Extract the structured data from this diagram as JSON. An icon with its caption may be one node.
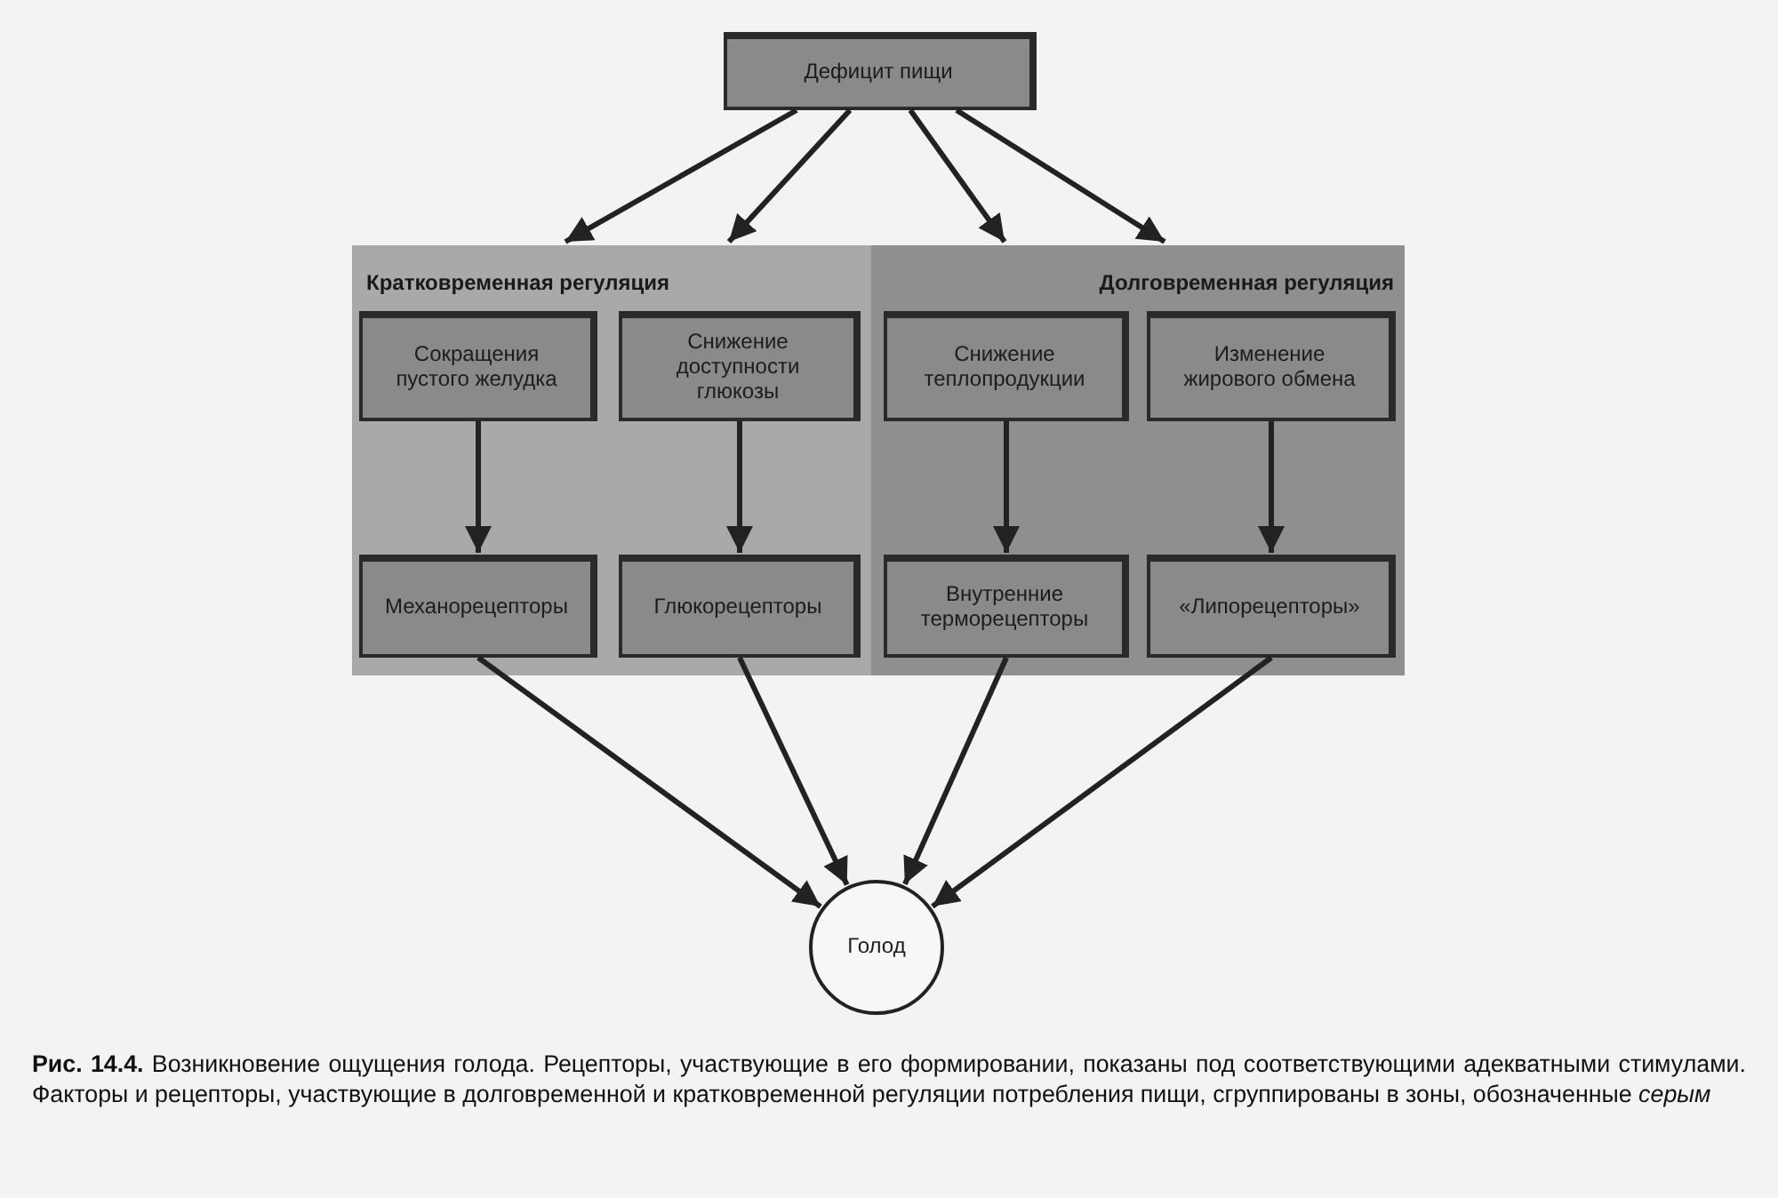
{
  "diagram": {
    "caption": "**Рис. 14.4.** Возникновение ощущения голода. Рецепторы, участвующие в его формировании, показаны под соответствующими адекватными стимулами. Факторы и рецепторы, участвующие в долговременной и кратковременной регуляции потребления пищи, сгруппированы в зоны, обозначенные *серым*",
    "nodes": [
      {
        "text": [
          "Дефицит пищи"
        ]
      },
      {
        "text": [
          "Кратковременная регуляция"
        ]
      },
      {
        "text": [
          "Сокращения пустого желудка"
        ],
        "in": 1
      },
      {
        "text": [
          "Снижение доступности глюкозы"
        ],
        "in": 1
      },
      {
        "text": [
          "Долговременная регуляция"
        ]
      },
      {
        "text": [
          "Снижение теплопродукции"
        ],
        "in": 4
      },
      {
        "text": [
          "Изменение жирового обмена"
        ],
        "in": 4
      },
      {
        "text": [
          "Механорецепторы"
        ],
        "in": 1
      },
      {
        "text": [
          "Глюкорецепторы"
        ],
        "in": 1
      },
      {
        "text": [
          "Внутренние терморецепторы"
        ],
        "in": 4
      },
      {
        "text": [
          "«Липорецепторы»"
        ],
        "in": 4
      },
      {
        "text": [
          "Голод"
        ]
      }
    ],
    "edges": [
      {
        "from": 0,
        "to": 1,
        "arrow": "to"
      },
      {
        "from": 0,
        "to": 1,
        "arrow": "to"
      },
      {
        "from": 0,
        "to": 4,
        "arrow": "to"
      },
      {
        "from": 0,
        "to": 4,
        "arrow": "to"
      },
      {
        "from": 2,
        "to": 7,
        "arrow": "to"
      },
      {
        "from": 3,
        "to": 8,
        "arrow": "to"
      },
      {
        "from": 5,
        "to": 9,
        "arrow": "to"
      },
      {
        "from": 6,
        "to": 10,
        "arrow": "to"
      },
      {
        "from": 7,
        "to": 11,
        "arrow": "to"
      },
      {
        "from": 8,
        "to": 11,
        "arrow": "to"
      },
      {
        "from": 9,
        "to": 11,
        "arrow": "to"
      },
      {
        "from": 10,
        "to": 11,
        "arrow": "to"
      }
    ]
  }
}
